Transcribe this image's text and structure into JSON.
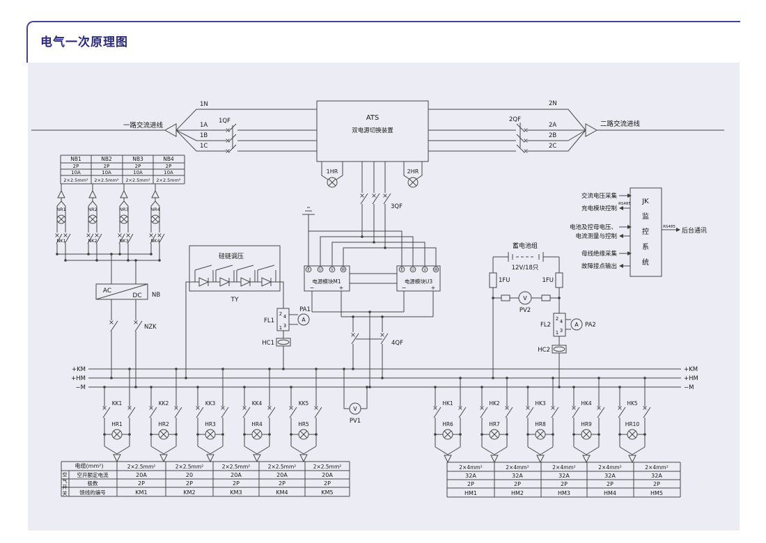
{
  "title": "电气一次原理图",
  "colors": {
    "accent": "#29297e",
    "panel": "#ecedf4",
    "line": "#454545"
  },
  "incoming_left": {
    "label": "一路交流进线",
    "breaker": "1QF",
    "l1": "1N",
    "l2": "1A",
    "l3": "1B",
    "l4": "1C"
  },
  "incoming_right": {
    "label": "二路交流进线",
    "breaker": "2QF",
    "l1": "2N",
    "l2": "2A",
    "l3": "2B",
    "l4": "2C"
  },
  "ats": {
    "name": "ATS",
    "desc": "双电源切换装置",
    "lamp_left": "1HR",
    "lamp_right": "2HR",
    "out_breaker": "3QF"
  },
  "dist": {
    "headers": [
      "NB1",
      "NB2",
      "NB3",
      "NB4"
    ],
    "poles": "2P",
    "amp": "10A",
    "cable": "2×2.5mm²",
    "lamps": [
      "NR1",
      "NR2",
      "NR3",
      "NR4"
    ],
    "switches": [
      "NK1",
      "NK2",
      "NK3",
      "NK4"
    ],
    "conv_in": "AC",
    "conv_out": "DC",
    "conv_label": "NB",
    "dc_switch": "NZK"
  },
  "ty": {
    "title": "硅链调压",
    "label": "TY"
  },
  "mods": {
    "m1": "电源模块M1",
    "u3": "电源模块U3",
    "t1": "E",
    "t2": "U",
    "t3": "V",
    "t4": "W",
    "minus": "−",
    "plus": "+",
    "breaker": "4QF"
  },
  "fl1": {
    "label": "FL1",
    "n1": "2",
    "n2": "4",
    "n3": "1",
    "n4": "3",
    "meter": "PA1",
    "sym": "A",
    "fuse": "HC1"
  },
  "fl2": {
    "label": "FL2",
    "n1": "2",
    "n2": "4",
    "n3": "1",
    "n4": "3",
    "meter": "PA2",
    "sym": "A",
    "fuse": "HC2"
  },
  "battery": {
    "title": "蓄电池组",
    "spec": "12V/18只",
    "fuse": "1FU",
    "meter": "PV2",
    "sym": "V"
  },
  "jk": {
    "rows": [
      "JK",
      "监",
      "控",
      "系",
      "统"
    ],
    "sig": [
      "交流电压采集",
      "充电模块控制",
      "电池及控母电压、",
      "电流测量与控制",
      "母线绝缘采集",
      "故障接点输出"
    ],
    "rs485": "RS485",
    "backend": "后台通讯"
  },
  "bus": {
    "km": "+KM",
    "hm": "+HM",
    "m": "−M",
    "meter": "PV1",
    "sym": "V"
  },
  "fleft": {
    "sw": [
      "KK1",
      "KK2",
      "KK3",
      "KK4",
      "KK5"
    ],
    "lamps": [
      "HR1",
      "HR2",
      "HR3",
      "HR4",
      "HR5"
    ]
  },
  "fright": {
    "sw": [
      "HK1",
      "HK2",
      "HK3",
      "HK4",
      "HK5"
    ],
    "lamps": [
      "HR6",
      "HR7",
      "HR8",
      "HR9",
      "HR10"
    ]
  },
  "tleft": {
    "h1": "电缆(mm²)",
    "h2": "空开额定电流",
    "h3": "极数",
    "h4": "馈线的编号",
    "side": [
      "空",
      "气",
      "开",
      "关"
    ],
    "cable": [
      "2×2.5mm²",
      "2×2.5mm²",
      "2×2.5mm²",
      "2×2.5mm²",
      "2×2.5mm²"
    ],
    "amp": [
      "20A",
      "20",
      "20A",
      "20A",
      "20A"
    ],
    "poles": [
      "2P",
      "2P",
      "2P",
      "2P",
      "2P"
    ],
    "ids": [
      "KM1",
      "KM2",
      "KM3",
      "KM4",
      "KM5"
    ]
  },
  "tright": {
    "cable": [
      "2×4mm²",
      "2×4mm²",
      "2×4mm²",
      "2×4mm²",
      "2×4mm²"
    ],
    "amp": [
      "32A",
      "32A",
      "32A",
      "32A",
      "32A"
    ],
    "poles": [
      "2P",
      "2P",
      "2P",
      "2P",
      "2P"
    ],
    "ids": [
      "HM1",
      "HM2",
      "HM3",
      "HM4",
      "HM5"
    ]
  }
}
